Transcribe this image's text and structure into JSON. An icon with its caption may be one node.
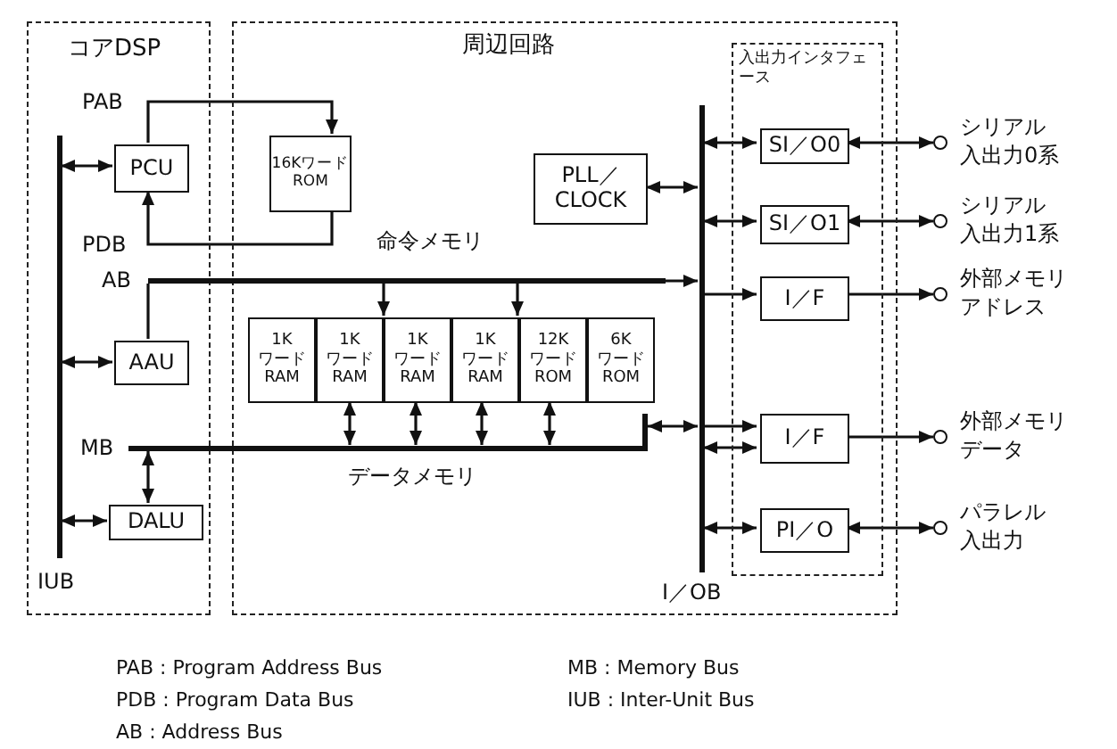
{
  "diagram": {
    "nodes": [
      {
        "text": [
          "コアDSP"
        ]
      },
      {
        "text": [
          "PCU"
        ],
        "in": 0
      },
      {
        "text": [
          "AAU"
        ],
        "in": 0
      },
      {
        "text": [
          "DALU"
        ],
        "in": 0
      },
      {
        "text": [],
        "shape": "bar",
        "in": 0,
        "beside": [
          "IUB"
        ]
      },
      {
        "text": [
          "周辺回路"
        ]
      },
      {
        "text": [
          "16Kワード ROM"
        ],
        "in": 5,
        "beside": [
          "命令メモリ"
        ]
      },
      {
        "text": [
          "PLL／CLOCK"
        ],
        "in": 5
      },
      {
        "text": [],
        "shape": "bar",
        "beside": [
          "AB"
        ]
      },
      {
        "text": [
          "1K ワード RAM"
        ],
        "in": 5
      },
      {
        "text": [
          "1K ワード RAM"
        ],
        "in": 5
      },
      {
        "text": [
          "1K ワード RAM"
        ],
        "in": 5
      },
      {
        "text": [
          "1K ワード RAM"
        ],
        "in": 5
      },
      {
        "text": [
          "12K ワード ROM"
        ],
        "in": 5
      },
      {
        "text": [
          "6K ワード ROM"
        ],
        "in": 5
      },
      {
        "text": [],
        "shape": "bar",
        "beside": [
          "MB"
        ]
      },
      {
        "text": [],
        "shape": "bar",
        "in": 5,
        "beside": [
          "I／OB"
        ]
      },
      {
        "text": [
          "入出力インタフェース"
        ],
        "in": 5
      },
      {
        "text": [
          "SI／O0"
        ],
        "in": 17
      },
      {
        "text": [
          "SI／O1"
        ],
        "in": 17
      },
      {
        "text": [
          "I／F"
        ],
        "in": 17
      },
      {
        "text": [
          "I／F"
        ],
        "in": 17
      },
      {
        "text": [
          "PI／O"
        ],
        "in": 17
      },
      {
        "text": [],
        "shape": "circle",
        "beside": [
          "シリアル入出力0系"
        ]
      },
      {
        "text": [],
        "shape": "circle",
        "beside": [
          "シリアル入出力1系"
        ]
      },
      {
        "text": [],
        "shape": "circle",
        "beside": [
          "外部メモリアドレス"
        ]
      },
      {
        "text": [],
        "shape": "circle",
        "beside": [
          "外部メモリデータ"
        ]
      },
      {
        "text": [],
        "shape": "circle",
        "beside": [
          "パラレル入出力"
        ]
      }
    ],
    "edges": [
      {
        "from": 4,
        "to": 1,
        "arrow": "both"
      },
      {
        "from": 1,
        "to": 6,
        "arrow": "to",
        "label": "PAB"
      },
      {
        "from": 6,
        "to": 1,
        "arrow": "to",
        "label": "PDB"
      },
      {
        "from": 4,
        "to": 2,
        "arrow": "both"
      },
      {
        "from": 2,
        "to": 8,
        "arrow": "none"
      },
      {
        "from": 8,
        "to": 11,
        "arrow": "to"
      },
      {
        "from": 8,
        "to": 13,
        "arrow": "to"
      },
      {
        "from": 8,
        "to": 16,
        "arrow": "to"
      },
      {
        "from": 4,
        "to": 3,
        "arrow": "both"
      },
      {
        "from": 3,
        "to": 15,
        "arrow": "both"
      },
      {
        "from": 10,
        "to": 15,
        "arrow": "both"
      },
      {
        "from": 11,
        "to": 15,
        "arrow": "both"
      },
      {
        "from": 12,
        "to": 15,
        "arrow": "both"
      },
      {
        "from": 13,
        "to": 15,
        "arrow": "both"
      },
      {
        "from": 15,
        "to": 16,
        "arrow": "both"
      },
      {
        "from": 7,
        "to": 16,
        "arrow": "both"
      },
      {
        "from": 16,
        "to": 18,
        "arrow": "both"
      },
      {
        "from": 16,
        "to": 19,
        "arrow": "both"
      },
      {
        "from": 16,
        "to": 20,
        "arrow": "to"
      },
      {
        "from": 16,
        "to": 21,
        "arrow": "to"
      },
      {
        "from": 16,
        "to": 21,
        "arrow": "both"
      },
      {
        "from": 16,
        "to": 22,
        "arrow": "both"
      },
      {
        "from": 18,
        "to": 23,
        "arrow": "both"
      },
      {
        "from": 19,
        "to": 24,
        "arrow": "both"
      },
      {
        "from": 20,
        "to": 25,
        "arrow": "to"
      },
      {
        "from": 21,
        "to": 26,
        "arrow": "to"
      },
      {
        "from": 22,
        "to": 27,
        "arrow": "both"
      }
    ],
    "labels": [
      "データメモリ",
      "PAB : Program Address Bus",
      "MB : Memory Bus",
      "PDB : Program Data Bus",
      "IUB : Inter-Unit Bus",
      "AB : Address Bus"
    ]
  }
}
